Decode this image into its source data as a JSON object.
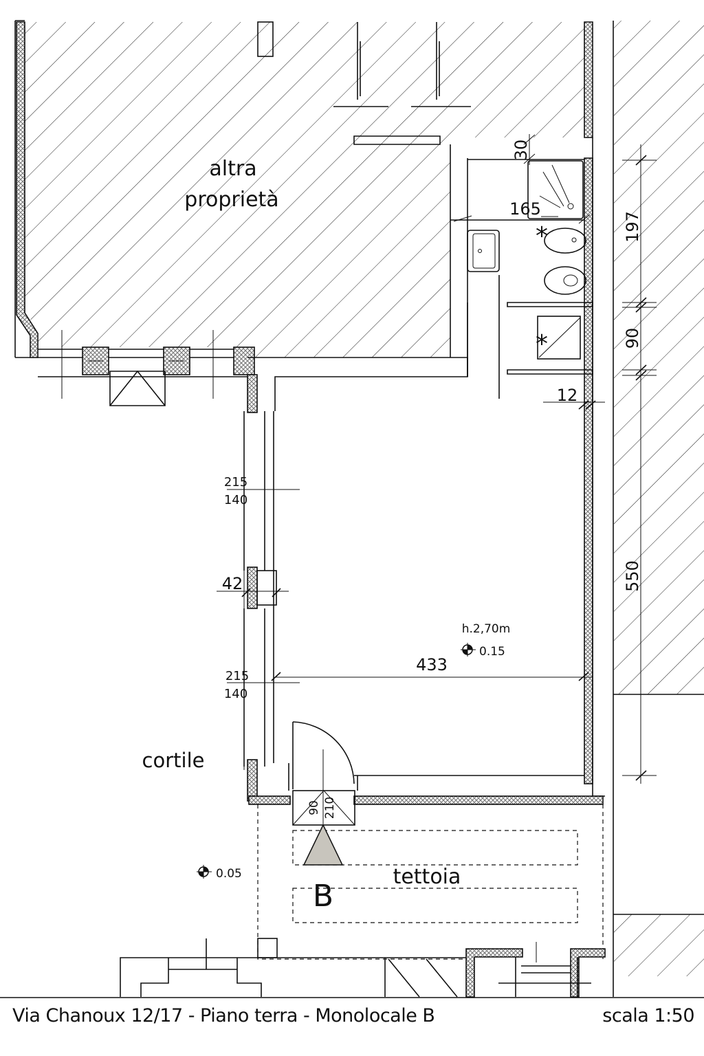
{
  "plan": {
    "labels": {
      "other_property_line1": "altra",
      "other_property_line2": "proprietà",
      "courtyard": "cortile",
      "canopy": "tettoia",
      "unit_letter": "B",
      "ceiling_height": "h.2,70m"
    },
    "levels": {
      "interior": "0.15",
      "courtyard": "0.05"
    },
    "dimensions": {
      "bath_top_wall": "30",
      "bath_width": "165",
      "bath_depth": "197",
      "wc_depth": "90",
      "wall_thickness": "12",
      "room_depth": "550",
      "room_width": "433",
      "pillar": "42",
      "window1_height": "215",
      "window1_width": "140",
      "window2_height": "215",
      "window2_width": "140",
      "door_width": "90",
      "door_height": "210"
    },
    "colors": {
      "line": "#111111",
      "entry_arrow": "#c8c5bd"
    }
  },
  "footer": {
    "title": "Via Chanoux 12/17 - Piano terra - Monolocale B",
    "scale": "scala 1:50"
  }
}
